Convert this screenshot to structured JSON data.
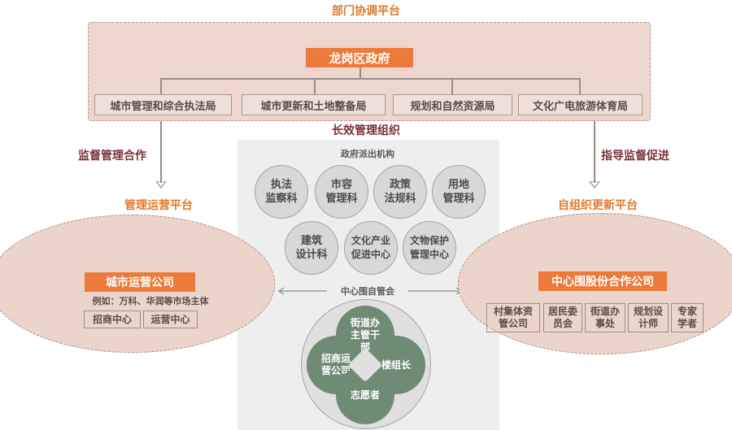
{
  "top": {
    "title": "部门协调平台",
    "government": "龙岗区政府",
    "departments": [
      "城市管理和综合执法局",
      "城市更新和土地整备局",
      "规划和自然资源局",
      "文化广电旅游体育局"
    ]
  },
  "left": {
    "arrow_label": "监督管理合作",
    "platform_title": "管理运营平台",
    "company": "城市运营公司",
    "example": "例如：万科、华润等市场主体",
    "boxes": [
      "招商中心",
      "运营中心"
    ]
  },
  "right": {
    "arrow_label": "指导监督促进",
    "platform_title": "自组织更新平台",
    "company": "中心围股份合作公司",
    "boxes": [
      "村集体资\n管公司",
      "居民委\n员会",
      "街道办\n事处",
      "规划设\n计师",
      "专家\n学者"
    ]
  },
  "middle": {
    "title": "长效管理组织",
    "agencies_title": "政府派出机构",
    "agencies": [
      "执法\n监察科",
      "市容\n管理科",
      "政策\n法规科",
      "用地\n管理科",
      "建筑\n设计科",
      "文化产业\n促进中心",
      "文物保护\n管理中心"
    ],
    "committee_title": "中心围自管会",
    "committee_members": [
      "街道办\n主管干\n部",
      "招商运\n营公司",
      "楼组长",
      "志愿者"
    ]
  }
}
